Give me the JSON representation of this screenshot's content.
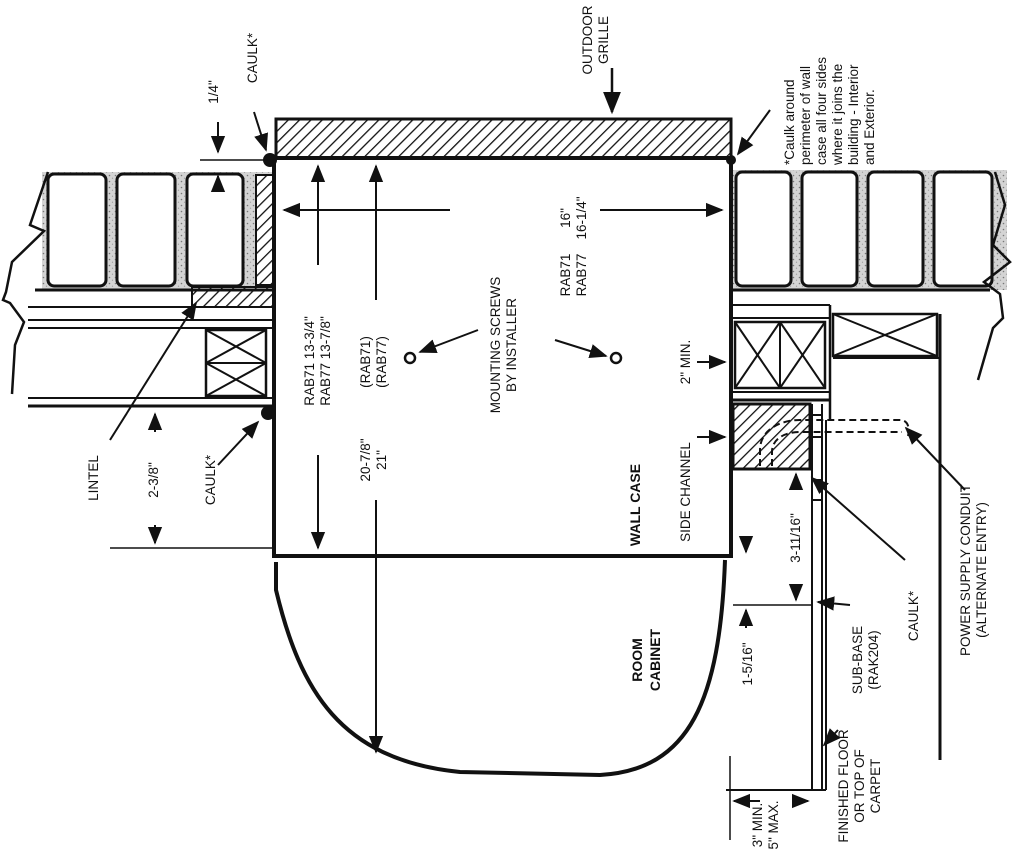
{
  "labels": {
    "quarter_inch": "1/4\"",
    "caulk_top": "CAULK*",
    "outdoor_grille_1": "OUTDOOR",
    "outdoor_grille_2": "GRILLE",
    "caulk_note_1": "*Caulk around",
    "caulk_note_2": "perimeter of wall",
    "caulk_note_3": "case all four sides",
    "caulk_note_4": "where it joins the",
    "caulk_note_5": "building - Interior",
    "caulk_note_6": "and Exterior.",
    "width_models_1": "RAB71",
    "width_models_2": "RAB77",
    "width_vals_1": "16\"",
    "width_vals_2": "16-1/4\"",
    "height_1_1": "RAB71   13-3/4\"",
    "height_1_2": "RAB77   13-7/8\"",
    "height_2_1a": "20-7/8\"",
    "height_2_1b": "(RAB71)",
    "height_2_2a": "21\"",
    "height_2_2b": "(RAB77)",
    "mounting_1": "MOUNTING SCREWS",
    "mounting_2": "BY INSTALLER",
    "two_min": "2\" MIN.",
    "wall_case": "WALL CASE",
    "side_channel": "SIDE CHANNEL",
    "lintel": "LINTEL",
    "two_three_eighths": "2-3/8\"",
    "caulk_bottom": "CAULK*",
    "three_eleven": "3-11/16\"",
    "room_cabinet_1": "ROOM",
    "room_cabinet_2": "CABINET",
    "one_five": "1-5/16\"",
    "sub_base_1": "SUB-BASE",
    "sub_base_2": "(RAK204)",
    "caulk_right": "CAULK*",
    "power_1": "POWER SUPPLY CONDUIT",
    "power_2": "(ALTERNATE ENTRY)",
    "floor_1": "FINISHED FLOOR",
    "floor_2": "OR TOP OF",
    "floor_3": "CARPET",
    "min_max_1": "3\" MIN.",
    "min_max_2": "5\" MAX."
  },
  "colors": {
    "ink": "#111111",
    "mortar": "#d9d9d9",
    "paper": "#ffffff"
  }
}
